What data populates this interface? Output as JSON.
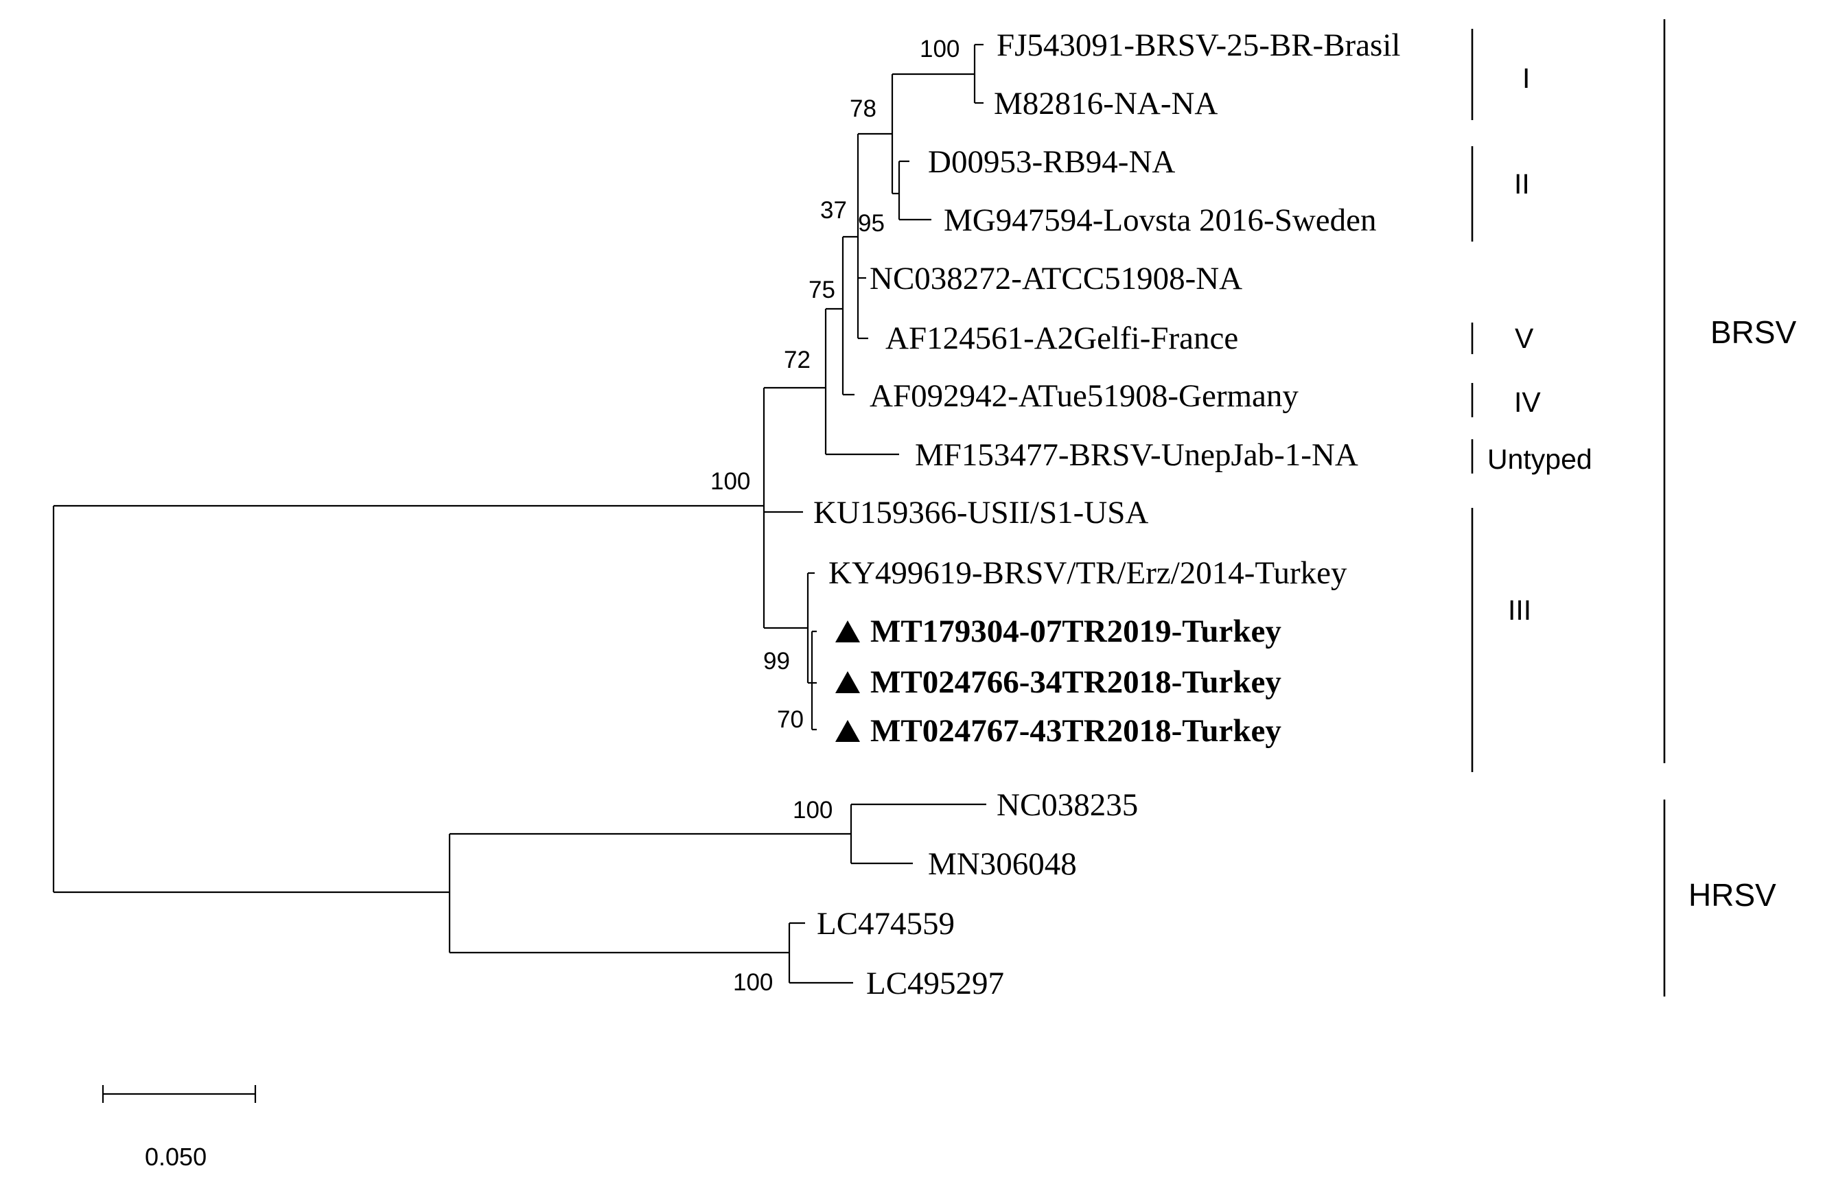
{
  "taxa": [
    {
      "id": "FJ543091",
      "label": "FJ543091-BRSV-25-BR-Brasil",
      "bold": false,
      "marker": false
    },
    {
      "id": "M82816",
      "label": "M82816-NA-NA",
      "bold": false,
      "marker": false
    },
    {
      "id": "D00953",
      "label": "D00953-RB94-NA",
      "bold": false,
      "marker": false
    },
    {
      "id": "MG947594",
      "label": "MG947594-Lovsta 2016-Sweden",
      "bold": false,
      "marker": false
    },
    {
      "id": "NC038272",
      "label": "NC038272-ATCC51908-NA",
      "bold": false,
      "marker": false
    },
    {
      "id": "AF124561",
      "label": "AF124561-A2Gelfi-France",
      "bold": false,
      "marker": false
    },
    {
      "id": "AF092942",
      "label": "AF092942-ATue51908-Germany",
      "bold": false,
      "marker": false
    },
    {
      "id": "MF153477",
      "label": "MF153477-BRSV-UnepJab-1-NA",
      "bold": false,
      "marker": false
    },
    {
      "id": "KU159366",
      "label": "KU159366-USII/S1-USA",
      "bold": false,
      "marker": false
    },
    {
      "id": "KY499619",
      "label": "KY499619-BRSV/TR/Erz/2014-Turkey",
      "bold": false,
      "marker": false
    },
    {
      "id": "MT179304",
      "label": "MT179304-07TR2019-Turkey",
      "bold": true,
      "marker": true
    },
    {
      "id": "MT024766",
      "label": "MT024766-34TR2018-Turkey",
      "bold": true,
      "marker": true
    },
    {
      "id": "MT024767",
      "label": "MT024767-43TR2018-Turkey",
      "bold": true,
      "marker": true
    },
    {
      "id": "NC038235",
      "label": "NC038235",
      "bold": false,
      "marker": false
    },
    {
      "id": "MN306048",
      "label": "MN306048",
      "bold": false,
      "marker": false
    },
    {
      "id": "LC474559",
      "label": "LC474559",
      "bold": false,
      "marker": false
    },
    {
      "id": "LC495297",
      "label": "LC495297",
      "bold": false,
      "marker": false
    }
  ],
  "bootstrap": [
    {
      "node": "brasil-m82816",
      "value": "100"
    },
    {
      "node": "genotype-I-II",
      "value": "78"
    },
    {
      "node": "genotype-II",
      "value": "95"
    },
    {
      "node": "I-II-NC038272",
      "value": "37"
    },
    {
      "node": "with-AF124561",
      "value": "75"
    },
    {
      "node": "with-MF153477",
      "value": "72"
    },
    {
      "node": "brsv-root",
      "value": "100"
    },
    {
      "node": "turkey-clade",
      "value": "99"
    },
    {
      "node": "turkey-inner",
      "value": "70"
    },
    {
      "node": "nc038235-mn306048",
      "value": "100"
    },
    {
      "node": "lc474559-lc495297",
      "value": "100"
    }
  ],
  "genotypes": [
    {
      "id": "I",
      "label": "I"
    },
    {
      "id": "II",
      "label": "II"
    },
    {
      "id": "V",
      "label": "V"
    },
    {
      "id": "IV",
      "label": "IV"
    },
    {
      "id": "untyped",
      "label": "Untyped"
    },
    {
      "id": "III",
      "label": "III"
    }
  ],
  "groups": [
    {
      "id": "BRSV",
      "label": "BRSV"
    },
    {
      "id": "HRSV",
      "label": "HRSV"
    }
  ],
  "scale_bar": {
    "value": 0.05,
    "label": "0.050"
  },
  "marker_symbol": "filled-triangle"
}
